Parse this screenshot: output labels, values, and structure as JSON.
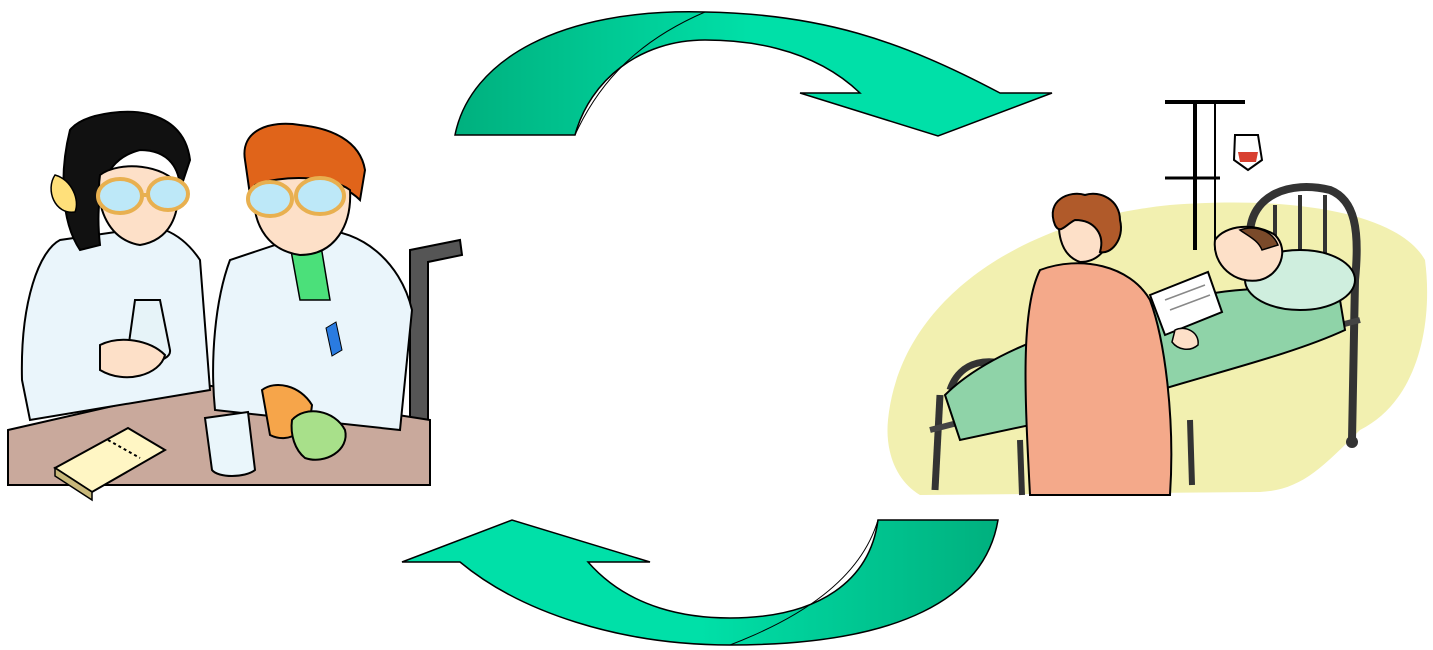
{
  "diagram": {
    "type": "cycle",
    "nodes": [
      {
        "id": "research",
        "depiction": "scientists-in-lab"
      },
      {
        "id": "clinic",
        "depiction": "nurse-with-patient-in-bed"
      }
    ],
    "edges": [
      {
        "from": "research",
        "to": "clinic",
        "direction": "clockwise-top"
      },
      {
        "from": "clinic",
        "to": "research",
        "direction": "clockwise-bottom"
      }
    ]
  },
  "colors": {
    "arrow_light": "#00e0a8",
    "arrow_dark": "#00b07e",
    "lab_bench": "#c9a99c",
    "lab_coat": "#eaf5fb",
    "hospital_backdrop": "#f2f0b0",
    "bed_sheet": "#8fd3a8",
    "nurse_uniform": "#f4a98a"
  }
}
